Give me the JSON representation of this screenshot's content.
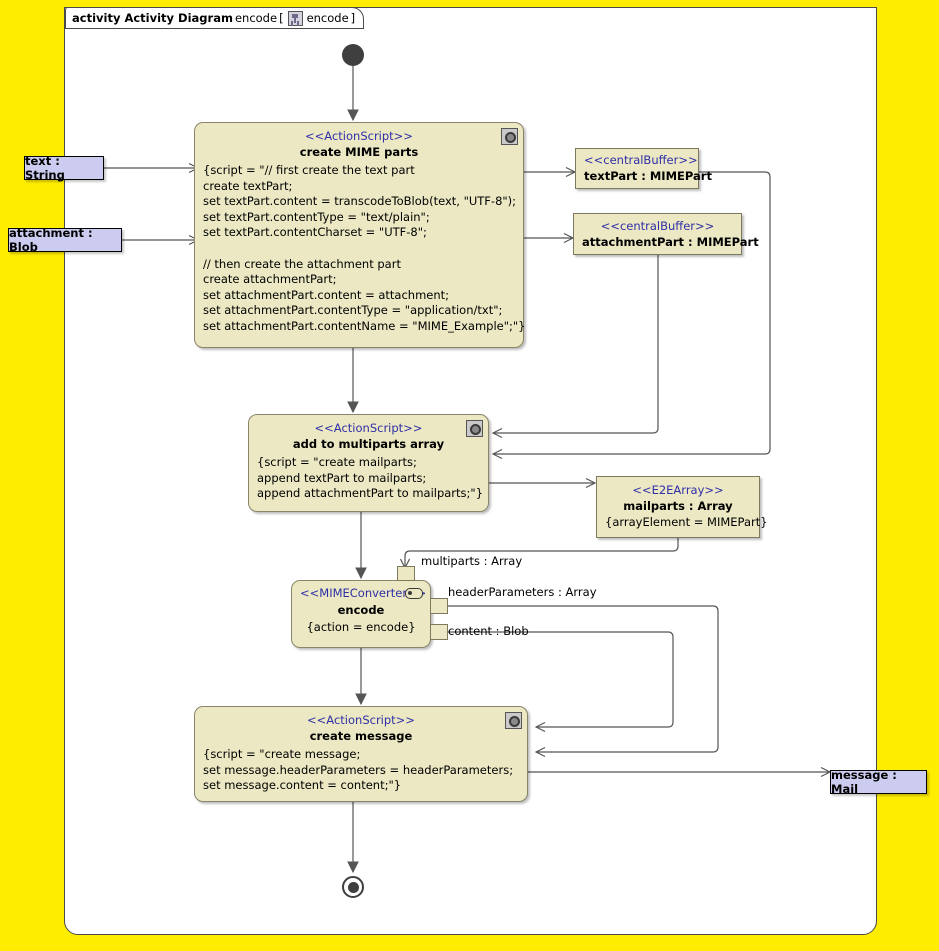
{
  "frame": {
    "keyword": "activity Activity Diagram",
    "name": "encode",
    "bracket_open": "[",
    "icon": "activity-icon",
    "bracket_name": "encode",
    "bracket_close": "]"
  },
  "colors": {
    "background": "#ffed00",
    "frame_fill": "#ffffff",
    "node_fill": "#ebe8c3",
    "node_border": "#8a8568",
    "param_fill": "#ccccf0",
    "stereotype_text": "#2f2fa8",
    "edge": "#555555",
    "control_node": "#3f3f3f"
  },
  "nodes": {
    "start": {
      "name": "initial-node"
    },
    "end": {
      "name": "activity-final-node"
    },
    "create_mime_parts": {
      "stereotype": "<<ActionScript>>",
      "name": "create MIME parts",
      "script": "{script = \"// first create the text part\ncreate textPart;\nset textPart.content = transcodeToBlob(text, \"UTF-8\");\nset textPart.contentType = \"text/plain\";\nset textPart.contentCharset = \"UTF-8\";\n\n// then create the attachment part\ncreate attachmentPart;\nset attachmentPart.content = attachment;\nset attachmentPart.contentType = \"application/txt\";\nset attachmentPart.contentName = \"MIME_Example\";\"}",
      "icon": "behavior-icon"
    },
    "add_to_multiparts": {
      "stereotype": "<<ActionScript>>",
      "name": "add to multiparts array",
      "script": "{script = \"create mailparts;\nappend textPart to mailparts;\nappend attachmentPart to mailparts;\"}",
      "icon": "behavior-icon"
    },
    "encode": {
      "stereotype": "<<MIMEConverter>>",
      "name": "encode",
      "property": "{action = encode}",
      "icon": "call-behavior-rake-icon"
    },
    "create_message": {
      "stereotype": "<<ActionScript>>",
      "name": "create message",
      "script": "{script = \"create message;\nset message.headerParameters = headerParameters;\nset message.content = content;\"}",
      "icon": "behavior-icon"
    }
  },
  "parameters": {
    "text": {
      "label": "text : String"
    },
    "attachment": {
      "label": "attachment : Blob"
    },
    "message": {
      "label": "message : Mail"
    }
  },
  "buffers": {
    "text_part": {
      "stereotype": "<<centralBuffer>>",
      "label": "textPart : MIMEPart"
    },
    "attachment_part": {
      "stereotype": "<<centralBuffer>>",
      "label": "attachmentPart : MIMEPart"
    },
    "mailparts": {
      "stereotype": "<<E2EArray>>",
      "label": "mailparts : Array",
      "property": "{arrayElement = MIMEPart}"
    }
  },
  "pins": {
    "multiparts": {
      "label": "multiparts : Array"
    },
    "header_parameters": {
      "label": "headerParameters : Array"
    },
    "content": {
      "label": "content : Blob"
    }
  }
}
